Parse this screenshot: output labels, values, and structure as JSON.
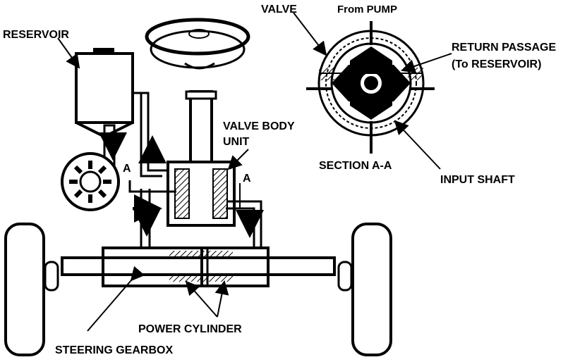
{
  "labels": {
    "reservoir": "RESERVOIR",
    "valve": "VALVE",
    "from_pump": "From PUMP",
    "return_passage_1": "RETURN PASSAGE",
    "return_passage_2": "(To RESERVOIR)",
    "valve_body_1": "VALVE BODY",
    "valve_body_2": "UNIT",
    "section_a_left": "A",
    "section_a_right": "A",
    "section_a_a": "SECTION A-A",
    "input_shaft": "INPUT SHAFT",
    "power_cylinder": "POWER CYLINDER",
    "steering_gearbox": "STEERING GEARBOX"
  },
  "colors": {
    "ink": "#000000",
    "paper": "#ffffff"
  }
}
